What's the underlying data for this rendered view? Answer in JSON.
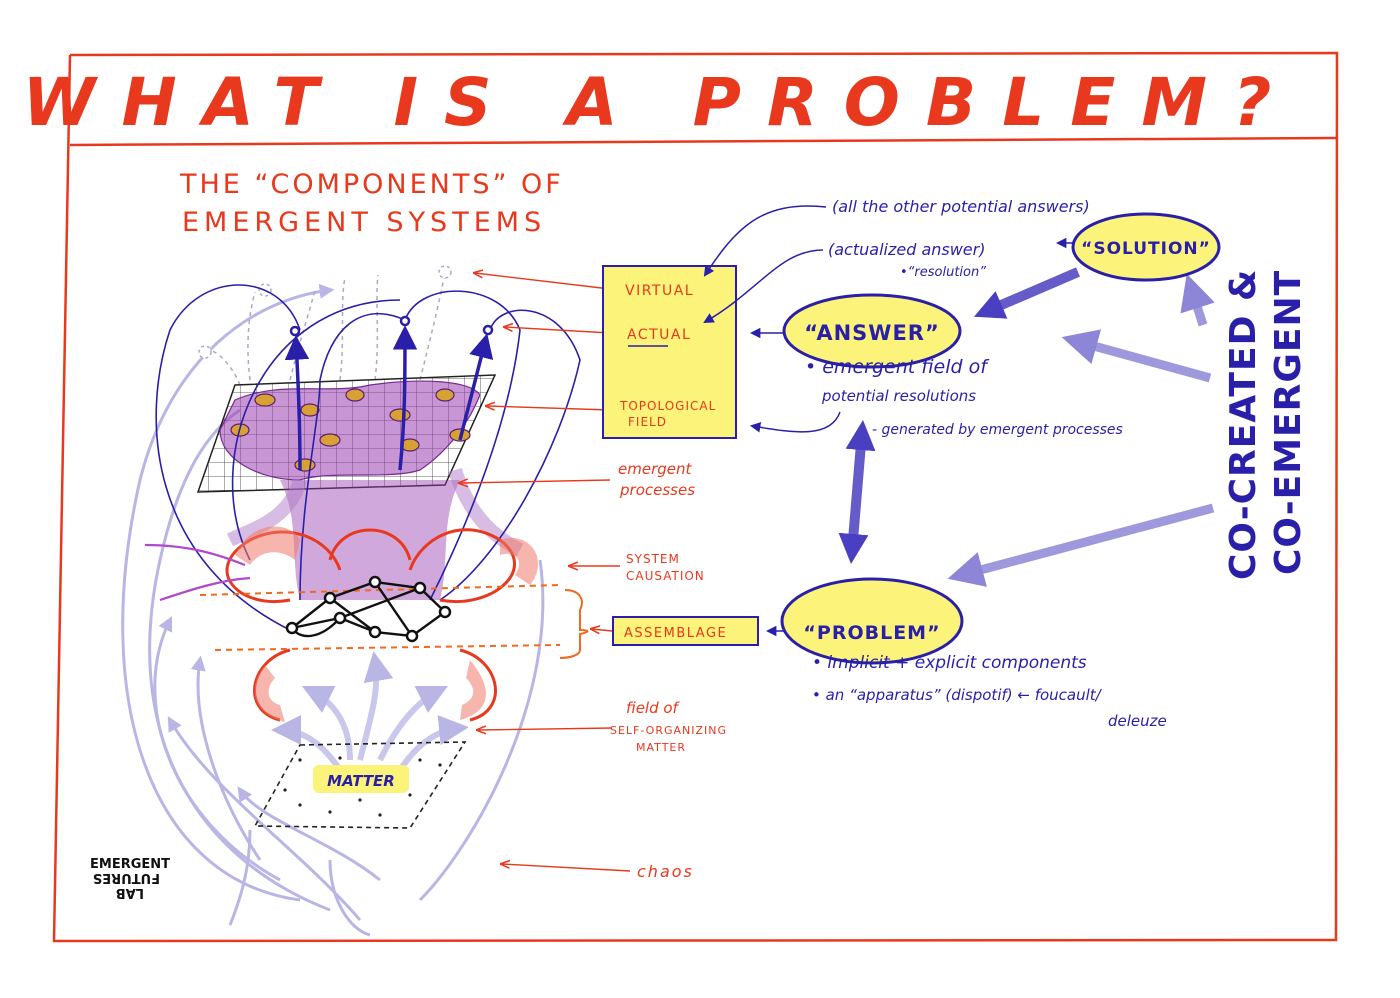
{
  "title": "WHAT IS A PROBLEM?",
  "subtitle_line1": "THE “COMPONENTS” OF",
  "subtitle_line2": "EMERGENT SYSTEMS",
  "box_labels": {
    "virtual": "VIRTUAL",
    "actual": "ACTUAL",
    "topological_line1": "TOPOLOGICAL",
    "topological_line2": "FIELD",
    "assemblage": "ASSEMBLAGE"
  },
  "side_labels": {
    "emergent_line1": "emergent",
    "emergent_line2": "processes",
    "causation_line1": "SYSTEM",
    "causation_line2": "CAUSATION",
    "field_line1": "field of",
    "field_line2": "SELF-ORGANIZING",
    "field_line3": "MATTER",
    "chaos": "chaos",
    "matter": "MATTER"
  },
  "nodes": {
    "solution": "“SOLUTION”",
    "answer": "“ANSWER”",
    "problem": "“PROBLEM”"
  },
  "notes": {
    "other_answers": "(all the other potential answers)",
    "actualized_answer": "(actualized answer)",
    "resolution": "•“resolution”",
    "answer_line1": "• emergent field of",
    "answer_line2": "potential resolutions",
    "generated": "- generated by emergent processes",
    "problem_line1": "• implicit + explicit components",
    "problem_line2": "• an “apparatus” (dispotif) ← foucault/",
    "problem_line3": "deleuze"
  },
  "co_created_line1": "CO-CREATED &",
  "co_created_line2": "CO-EMERGENT",
  "logo": [
    "EMERGENT",
    "FUTURES",
    "LAB"
  ],
  "colors": {
    "frame_red": "#e8391e",
    "ink_blue": "#2a1fa8",
    "highlight_yellow": "#fbf37a",
    "arrow_lavender": "#8d86d6",
    "purple_field": "#9a3fb0"
  }
}
